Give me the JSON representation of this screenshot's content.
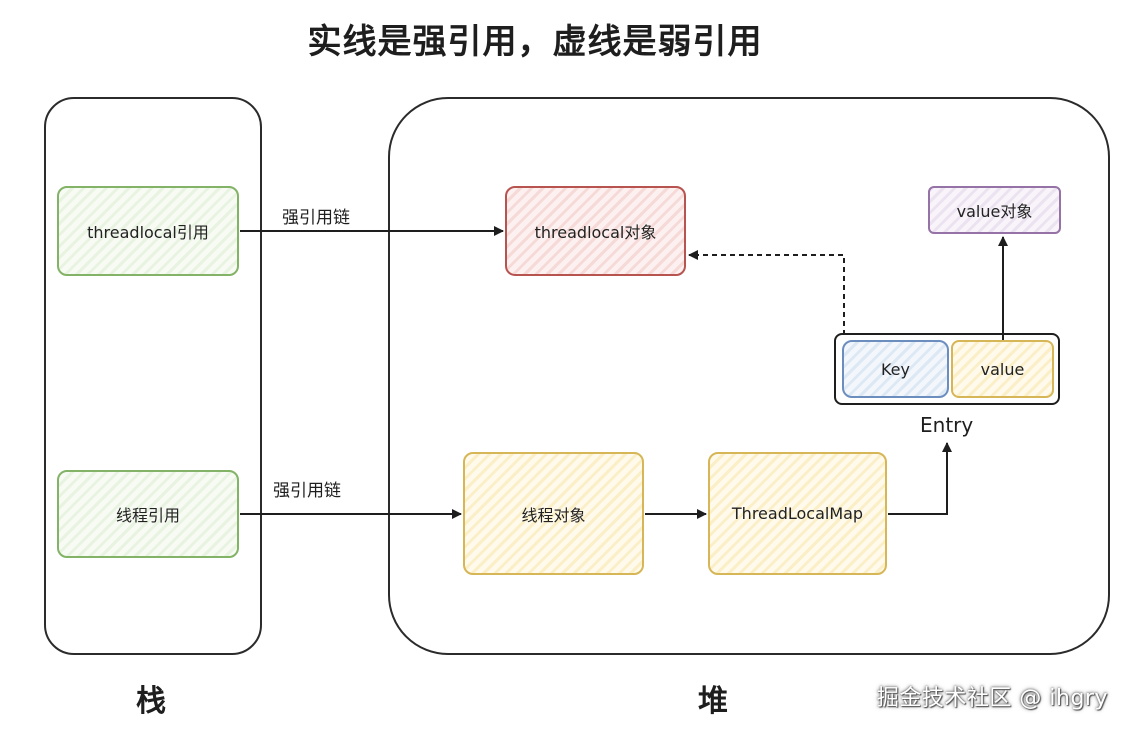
{
  "title": "实线是强引用，虚线是弱引用",
  "regions": {
    "stack": "栈",
    "heap": "堆"
  },
  "nodes": {
    "threadlocal_ref": "threadlocal引用",
    "thread_ref": "线程引用",
    "threadlocal_obj": "threadlocal对象",
    "thread_obj": "线程对象",
    "threadlocalmap": "ThreadLocalMap",
    "value_obj": "value对象",
    "key": "Key",
    "value": "value",
    "entry": "Entry"
  },
  "edges": {
    "strong_chain_top": "强引用链",
    "strong_chain_bottom": "强引用链"
  },
  "watermark": "掘金技术社区 @ ihgry",
  "colors": {
    "green_border": "#82b366",
    "red_border": "#b85450",
    "yellow_border": "#d6b656",
    "purple_border": "#9673a6",
    "blue_border": "#6c8ebf"
  }
}
